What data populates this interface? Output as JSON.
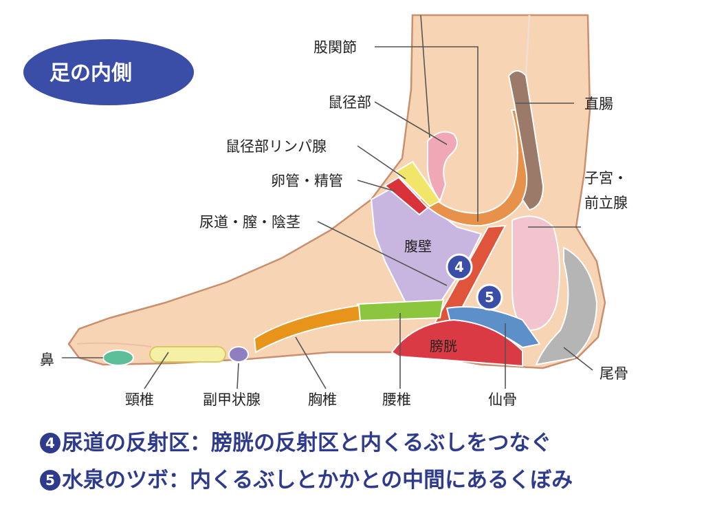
{
  "title": "足の内側",
  "labels": {
    "hip_joint": "股関節",
    "groin": "鼠径部",
    "groin_lymph": "鼠径部リンパ腺",
    "ovary_vas": "卵管・精管",
    "urethra": "尿道・膣・陰茎",
    "rectum": "直腸",
    "uterus": "子宮・",
    "uterus2": "前立腺",
    "nose": "鼻",
    "cervical": "頸椎",
    "parathyroid": "副甲状腺",
    "thoracic": "胸椎",
    "lumbar": "腰椎",
    "sacrum": "仙骨",
    "coccyx": "尾骨",
    "abdominal_wall": "腹壁",
    "bladder": "膀胱"
  },
  "markers": {
    "m4": "4",
    "m5": "5"
  },
  "notes": [
    {
      "num": "4",
      "text": "尿道の反射区：膀胱の反射区と内くるぶしをつなぐ"
    },
    {
      "num": "5",
      "text": "水泉のツボ：内くるぶしとかかとの中間にあるくぼみ"
    }
  ],
  "colors": {
    "skin": "#f7d4b4",
    "skin_outline": "#c98f6e",
    "title_bg": "#3a4ea8",
    "note_text": "#2e3a8c",
    "marker": "#3a4ea8"
  }
}
